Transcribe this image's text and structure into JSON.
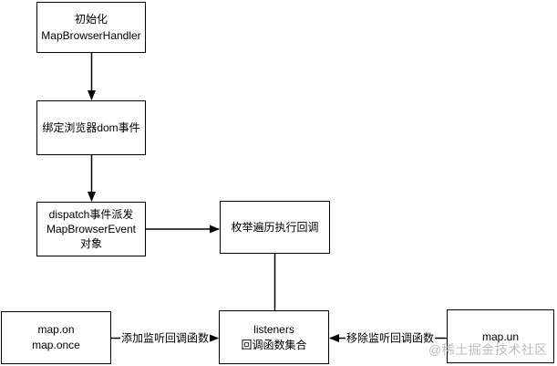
{
  "diagram": {
    "title_hint": "MapBrowserHandler event flow",
    "nodes": {
      "init": {
        "lines": [
          "初始化",
          "MapBrowserHandler"
        ]
      },
      "bindDom": {
        "lines": [
          "绑定浏览器dom事件"
        ]
      },
      "dispatch": {
        "lines": [
          "dispatch事件派发",
          "MapBrowserEvent",
          "对象"
        ]
      },
      "enumerate": {
        "lines": [
          "枚举遍历执行回调"
        ]
      },
      "listeners": {
        "lines": [
          "listeners",
          "回调函数集合"
        ]
      },
      "mapOn": {
        "lines": [
          "map.on",
          "map.once"
        ]
      },
      "mapUn": {
        "lines": [
          "map.un"
        ]
      }
    },
    "edge_labels": {
      "add": "添加监听回调函数",
      "remove": "移除监听回调函数"
    },
    "watermark": "@稀土掘金技术社区",
    "colors": {
      "stroke": "#000000",
      "node_fill": "#ffffff",
      "text": "#000000",
      "watermark": "#bdbdbd",
      "background": "#ffffff"
    }
  }
}
